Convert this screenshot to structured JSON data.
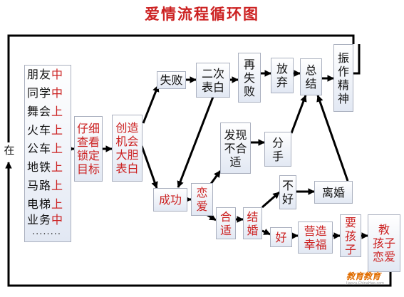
{
  "title": "爱情流程循环图",
  "side_label": "在",
  "places": [
    {
      "a": "朋友",
      "b": "中"
    },
    {
      "a": "同学",
      "b": "中"
    },
    {
      "a": "舞会",
      "b": "上"
    },
    {
      "a": "火车",
      "b": "上"
    },
    {
      "a": "公车",
      "b": "上"
    },
    {
      "a": "地铁",
      "b": "上"
    },
    {
      "a": "马路",
      "b": "上"
    },
    {
      "a": "电梯",
      "b": "上"
    },
    {
      "a": "业务",
      "b": "中"
    }
  ],
  "places_more": "........",
  "nodes": {
    "xixin": [
      "仔细",
      "查看",
      "锁定",
      "目标"
    ],
    "chuangzao": [
      "创造",
      "机会",
      "大胆",
      "表白"
    ],
    "shibai": [
      "失败"
    ],
    "erci": [
      "二次",
      "表白"
    ],
    "zaishibai": [
      "再",
      "失",
      "败"
    ],
    "fangqi": [
      "放",
      "弃"
    ],
    "zongjie": [
      "总",
      "结"
    ],
    "zhenzuo": [
      "振",
      "作",
      "精",
      "神"
    ],
    "faxian": [
      "发现",
      "不合",
      "适"
    ],
    "fenshou": [
      "分",
      "手"
    ],
    "chenggong": [
      "成功"
    ],
    "lianai": [
      "恋",
      "爱"
    ],
    "buhao": [
      "不",
      "好"
    ],
    "lihun": [
      "离婚"
    ],
    "heshi": [
      "合",
      "适"
    ],
    "jiehun": [
      "结",
      "婚"
    ],
    "hao": [
      "好"
    ],
    "yingzao": [
      "营造",
      "幸福"
    ],
    "yaohaizi": [
      "要",
      "孩",
      "子"
    ],
    "jiaohaizi": [
      "教",
      "孩子",
      "恋爱"
    ]
  },
  "watermark": "教育教育",
  "watermark_sub": "Jiaoyu.ChinaHao.com",
  "colors": {
    "red_text": "#cc2222",
    "dark_text": "#111111",
    "arrow": "#000000",
    "box_border": "#aab0bf"
  }
}
